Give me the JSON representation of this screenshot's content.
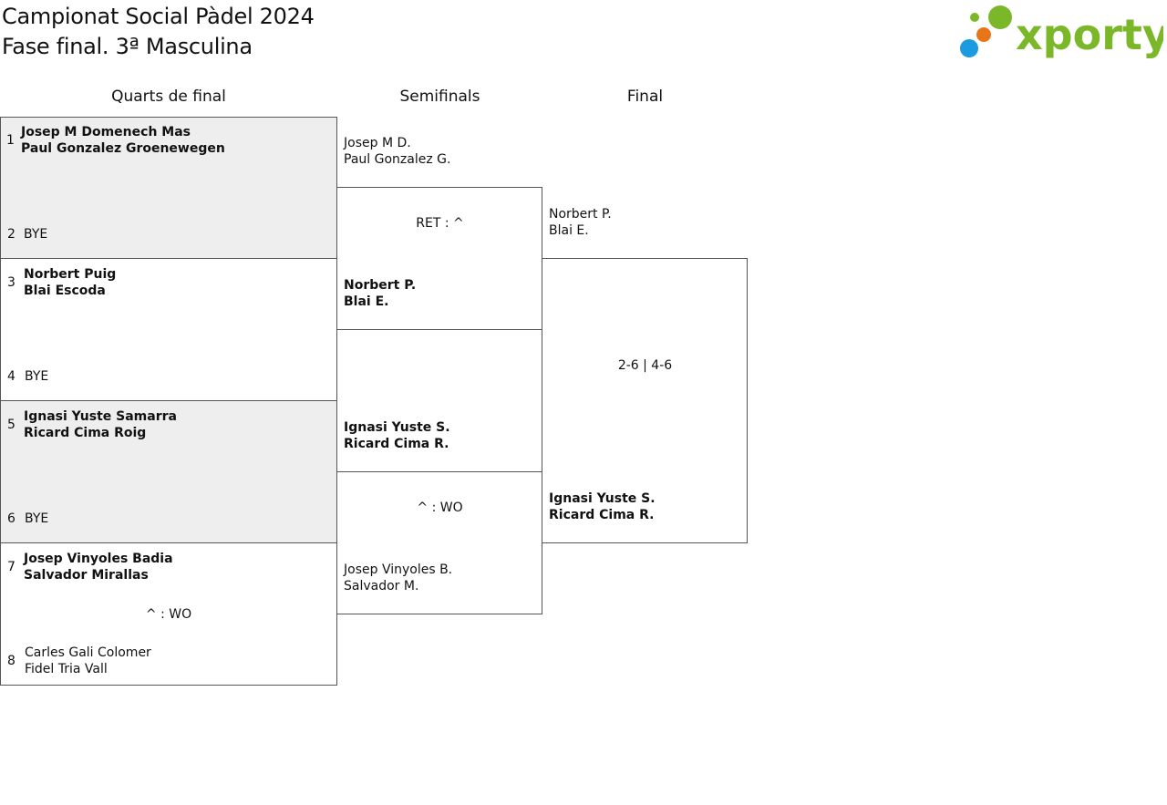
{
  "header": {
    "title_line1": "Campionat Social Pàdel 2024",
    "title_line2": "Fase final. 3ª Masculina",
    "logo_text": "xporty",
    "logo_dot_colors": [
      "#7ab829",
      "#1d9be0",
      "#e87517"
    ]
  },
  "rounds": {
    "quarters": "Quarts de final",
    "semis": "Semifinals",
    "final": "Final"
  },
  "quarters": [
    {
      "top": {
        "seed": "1",
        "line1": "Josep M Domenech Mas",
        "line2": "Paul Gonzalez Groenewegen"
      },
      "bottom": {
        "seed": "2",
        "line1": "BYE",
        "line2": ""
      },
      "score": ""
    },
    {
      "top": {
        "seed": "3",
        "line1": "Norbert Puig",
        "line2": "Blai Escoda"
      },
      "bottom": {
        "seed": "4",
        "line1": "BYE",
        "line2": ""
      },
      "score": ""
    },
    {
      "top": {
        "seed": "5",
        "line1": "Ignasi Yuste Samarra",
        "line2": "Ricard Cima Roig"
      },
      "bottom": {
        "seed": "6",
        "line1": "BYE",
        "line2": ""
      },
      "score": ""
    },
    {
      "top": {
        "seed": "7",
        "line1": "Josep Vinyoles Badia",
        "line2": "Salvador Mirallas"
      },
      "bottom": {
        "seed": "8",
        "line1": "Carles Gali Colomer",
        "line2": "Fidel Tria Vall"
      },
      "score": "^ : WO"
    }
  ],
  "semis": [
    {
      "top": {
        "line1": "Josep M D.",
        "line2": "Paul Gonzalez G."
      },
      "bottom": {
        "line1": "Norbert P.",
        "line2": "Blai E."
      },
      "score": "RET : ^"
    },
    {
      "top": {
        "line1": "Ignasi Yuste S.",
        "line2": "Ricard Cima R."
      },
      "bottom": {
        "line1": "Josep Vinyoles B.",
        "line2": "Salvador M."
      },
      "score": "^ : WO"
    }
  ],
  "final": {
    "top": {
      "line1": "Norbert P.",
      "line2": "Blai E."
    },
    "bottom": {
      "line1": "Ignasi Yuste S.",
      "line2": "Ricard Cima R."
    },
    "score": "2-6 | 4-6"
  }
}
